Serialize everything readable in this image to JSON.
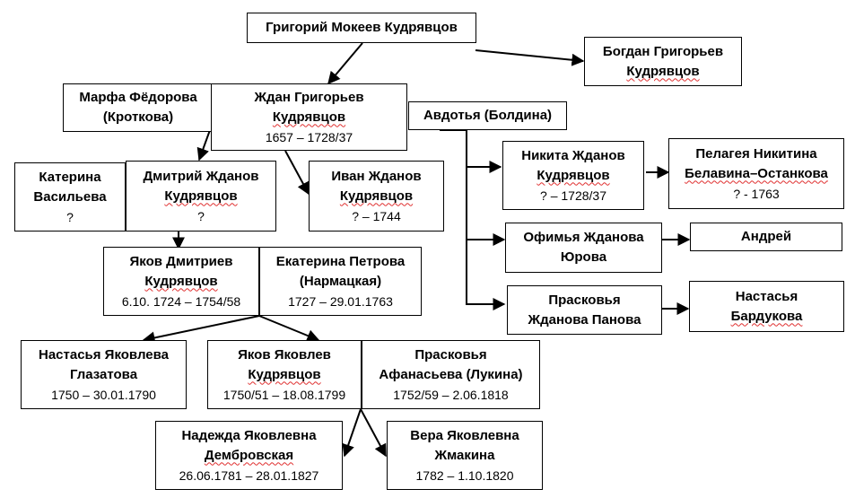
{
  "people": {
    "grigoriy": {
      "line1": "Григорий Мокеев Кудрявцов",
      "line2": "",
      "dates": ""
    },
    "bogdan": {
      "line1": "Богдан Григорьев",
      "line2": "Кудрявцов",
      "dates": ""
    },
    "marfa": {
      "line1": "Марфа Фёдорова",
      "line2": "(Кроткова)",
      "dates": ""
    },
    "zhdan": {
      "line1": "Ждан Григорьев",
      "line2": "Кудрявцов",
      "dates": "1657 – 1728/37"
    },
    "avdotya": {
      "line1": "Авдотья (Болдина)",
      "line2": "",
      "dates": ""
    },
    "katerina": {
      "line1": "Катерина",
      "line2": "Васильева",
      "dates": "?"
    },
    "dmitriy": {
      "line1": "Дмитрий Жданов",
      "line2": "Кудрявцов",
      "dates": "?"
    },
    "ivan": {
      "line1": "Иван Жданов",
      "line2": "Кудрявцов",
      "dates": "? – 1744"
    },
    "nikita": {
      "line1": "Никита Жданов",
      "line2": "Кудрявцов",
      "dates": "? – 1728/37"
    },
    "pelageya": {
      "line1": "Пелагея Никитина",
      "line2": "Белавина–Останкова",
      "dates": "? - 1763"
    },
    "ofimya": {
      "line1": "Офимья Жданова",
      "line2": "Юрова",
      "dates": ""
    },
    "andrey": {
      "line1": "Андрей",
      "line2": "",
      "dates": ""
    },
    "praskovya_zh": {
      "line1": "Прасковья",
      "line2": "Жданова Панова",
      "dates": ""
    },
    "nastasya_b": {
      "line1": "Настасья",
      "line2": "Бардукова",
      "dates": ""
    },
    "yakov_d": {
      "line1": "Яков Дмитриев",
      "line2": "Кудрявцов",
      "dates": "6.10. 1724 – 1754/58"
    },
    "ekaterina": {
      "line1": "Екатерина Петрова",
      "line2": "(Нармацкая)",
      "dates": "1727 – 29.01.1763"
    },
    "nastasya_g": {
      "line1": "Настасья Яковлева",
      "line2": "Глазатова",
      "dates": "1750 – 30.01.1790"
    },
    "yakov_ya": {
      "line1": "Яков Яковлев",
      "line2": "Кудрявцов",
      "dates": "1750/51 – 18.08.1799"
    },
    "praskovya_l": {
      "line1": "Прасковья",
      "line2": "Афанасьева (Лукина)",
      "dates": "1752/59 – 2.06.1818"
    },
    "nadezhda": {
      "line1": "Надежда Яковлевна",
      "line2": "Дембровская",
      "dates": "26.06.1781 – 28.01.1827"
    },
    "vera": {
      "line1": "Вера Яковлевна",
      "line2": "Жмакина",
      "dates": "1782 – 1.10.1820"
    }
  }
}
